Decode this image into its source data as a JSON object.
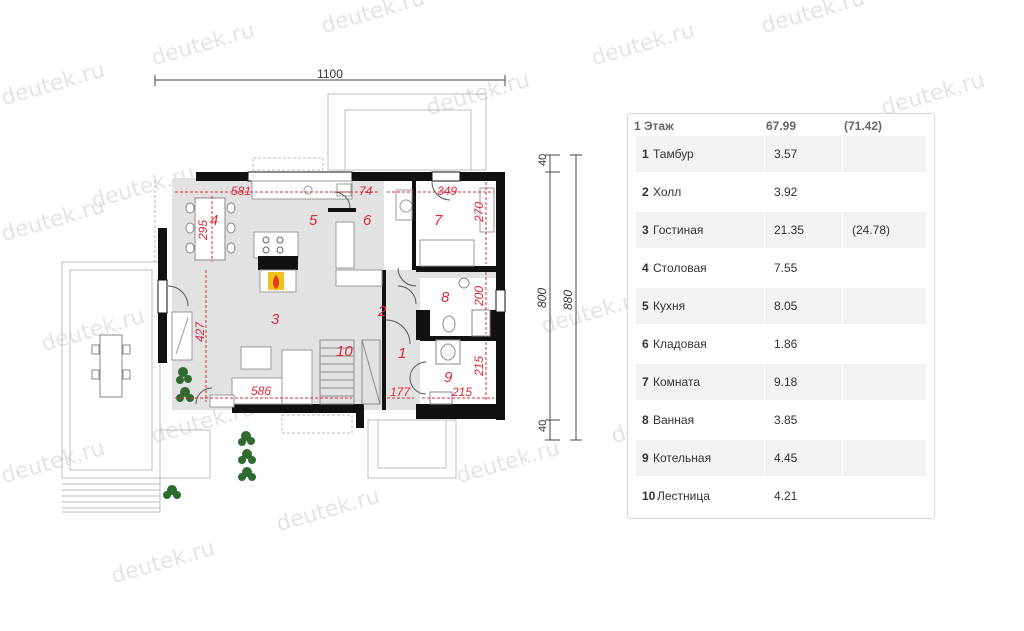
{
  "watermark": "deutek.ru",
  "plan": {
    "dims": {
      "overall_width": "1100",
      "depth_outer": "880",
      "depth_inner": "800",
      "offset_top": "40",
      "offset_bottom": "40",
      "d581": "581",
      "d74": "74",
      "d349": "349",
      "d270": "270",
      "d295": "295",
      "d427": "427",
      "d586": "586",
      "d177": "177",
      "d215h": "215",
      "d215v": "215",
      "d200": "200"
    },
    "room_numbers": [
      "1",
      "2",
      "3",
      "4",
      "5",
      "6",
      "7",
      "8",
      "9",
      "10"
    ]
  },
  "table": {
    "header": {
      "floor": "1 Этаж",
      "area": "67.99",
      "area_total": "(71.42)"
    },
    "rows": [
      {
        "num": "1",
        "name": "Тамбур",
        "area": "3.57",
        "extra": ""
      },
      {
        "num": "2",
        "name": "Холл",
        "area": "3.92",
        "extra": ""
      },
      {
        "num": "3",
        "name": "Гостиная",
        "area": "21.35",
        "extra": "(24.78)"
      },
      {
        "num": "4",
        "name": "Столовая",
        "area": "7.55",
        "extra": ""
      },
      {
        "num": "5",
        "name": "Кухня",
        "area": "8.05",
        "extra": ""
      },
      {
        "num": "6",
        "name": "Кладовая",
        "area": "1.86",
        "extra": ""
      },
      {
        "num": "7",
        "name": "Комната",
        "area": "9.18",
        "extra": ""
      },
      {
        "num": "8",
        "name": "Ванная",
        "area": "3.85",
        "extra": ""
      },
      {
        "num": "9",
        "name": "Котельная",
        "area": "4.45",
        "extra": ""
      },
      {
        "num": "10",
        "name": "Лестница",
        "area": "4.21",
        "extra": ""
      }
    ]
  }
}
